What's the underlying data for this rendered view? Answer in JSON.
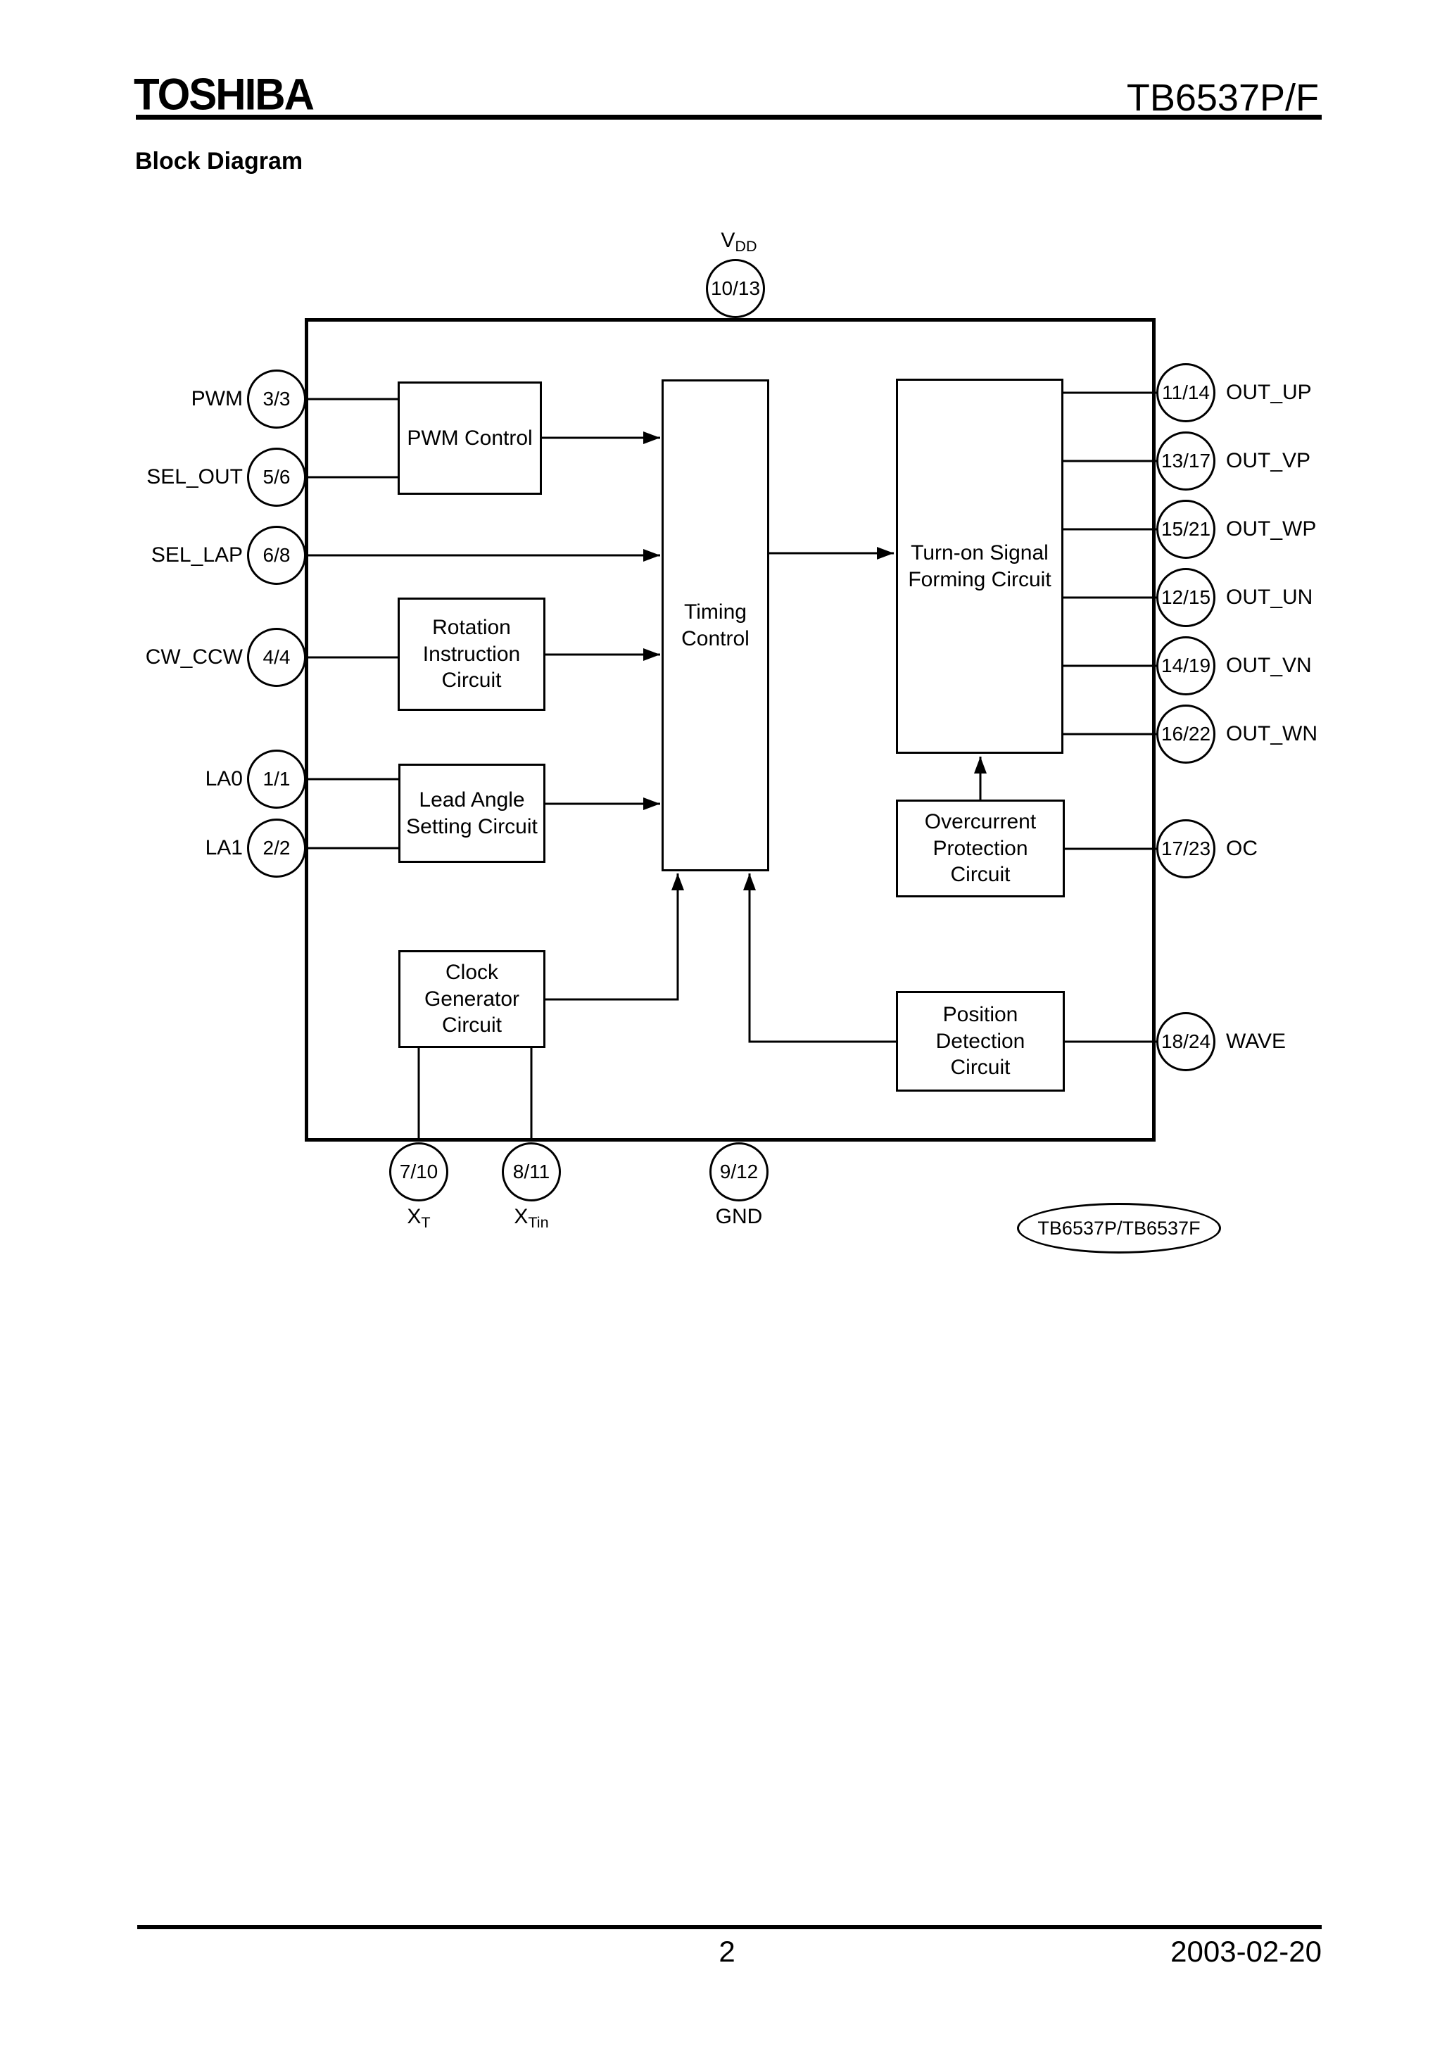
{
  "header": {
    "brand": "TOSHIBA",
    "part_number": "TB6537P/F"
  },
  "page_title": "Block Diagram",
  "diagram": {
    "top_pin": {
      "label_main": "V",
      "label_sub": "DD",
      "number": "10/13"
    },
    "left_pins": [
      {
        "label": "PWM",
        "number": "3/3"
      },
      {
        "label": "SEL_OUT",
        "number": "5/6"
      },
      {
        "label": "SEL_LAP",
        "number": "6/8"
      },
      {
        "label": "CW_CCW",
        "number": "4/4"
      },
      {
        "label": "LA0",
        "number": "1/1"
      },
      {
        "label": "LA1",
        "number": "2/2"
      }
    ],
    "right_pins": [
      {
        "number": "11/14",
        "label": "OUT_UP"
      },
      {
        "number": "13/17",
        "label": "OUT_VP"
      },
      {
        "number": "15/21",
        "label": "OUT_WP"
      },
      {
        "number": "12/15",
        "label": "OUT_UN"
      },
      {
        "number": "14/19",
        "label": "OUT_VN"
      },
      {
        "number": "16/22",
        "label": "OUT_WN"
      },
      {
        "number": "17/23",
        "label": "OC"
      },
      {
        "number": "18/24",
        "label": "WAVE"
      }
    ],
    "bottom_pins": [
      {
        "number": "7/10",
        "label_main": "X",
        "label_sub": "T"
      },
      {
        "number": "8/11",
        "label_main": "X",
        "label_sub": "Tin"
      },
      {
        "number": "9/12",
        "label_main": "GND",
        "label_sub": ""
      }
    ],
    "blocks": {
      "pwm": {
        "label": "PWM Control"
      },
      "rotation": {
        "label": "Rotation\nInstruction\nCircuit"
      },
      "lead_angle": {
        "label": "Lead Angle\nSetting Circuit"
      },
      "clock": {
        "label": "Clock\nGenerator\nCircuit"
      },
      "timing": {
        "label": "Timing\nControl"
      },
      "turn_on": {
        "label": "Turn-on Signal\nForming Circuit"
      },
      "overcurrent": {
        "label": "Overcurrent\nProtection\nCircuit"
      },
      "position": {
        "label": "Position\nDetection\nCircuit"
      }
    },
    "chip_label": "TB6537P/TB6537F"
  },
  "footer": {
    "page_number": "2",
    "date": "2003-02-20"
  },
  "colors": {
    "ink": "#000000",
    "paper": "#ffffff"
  }
}
